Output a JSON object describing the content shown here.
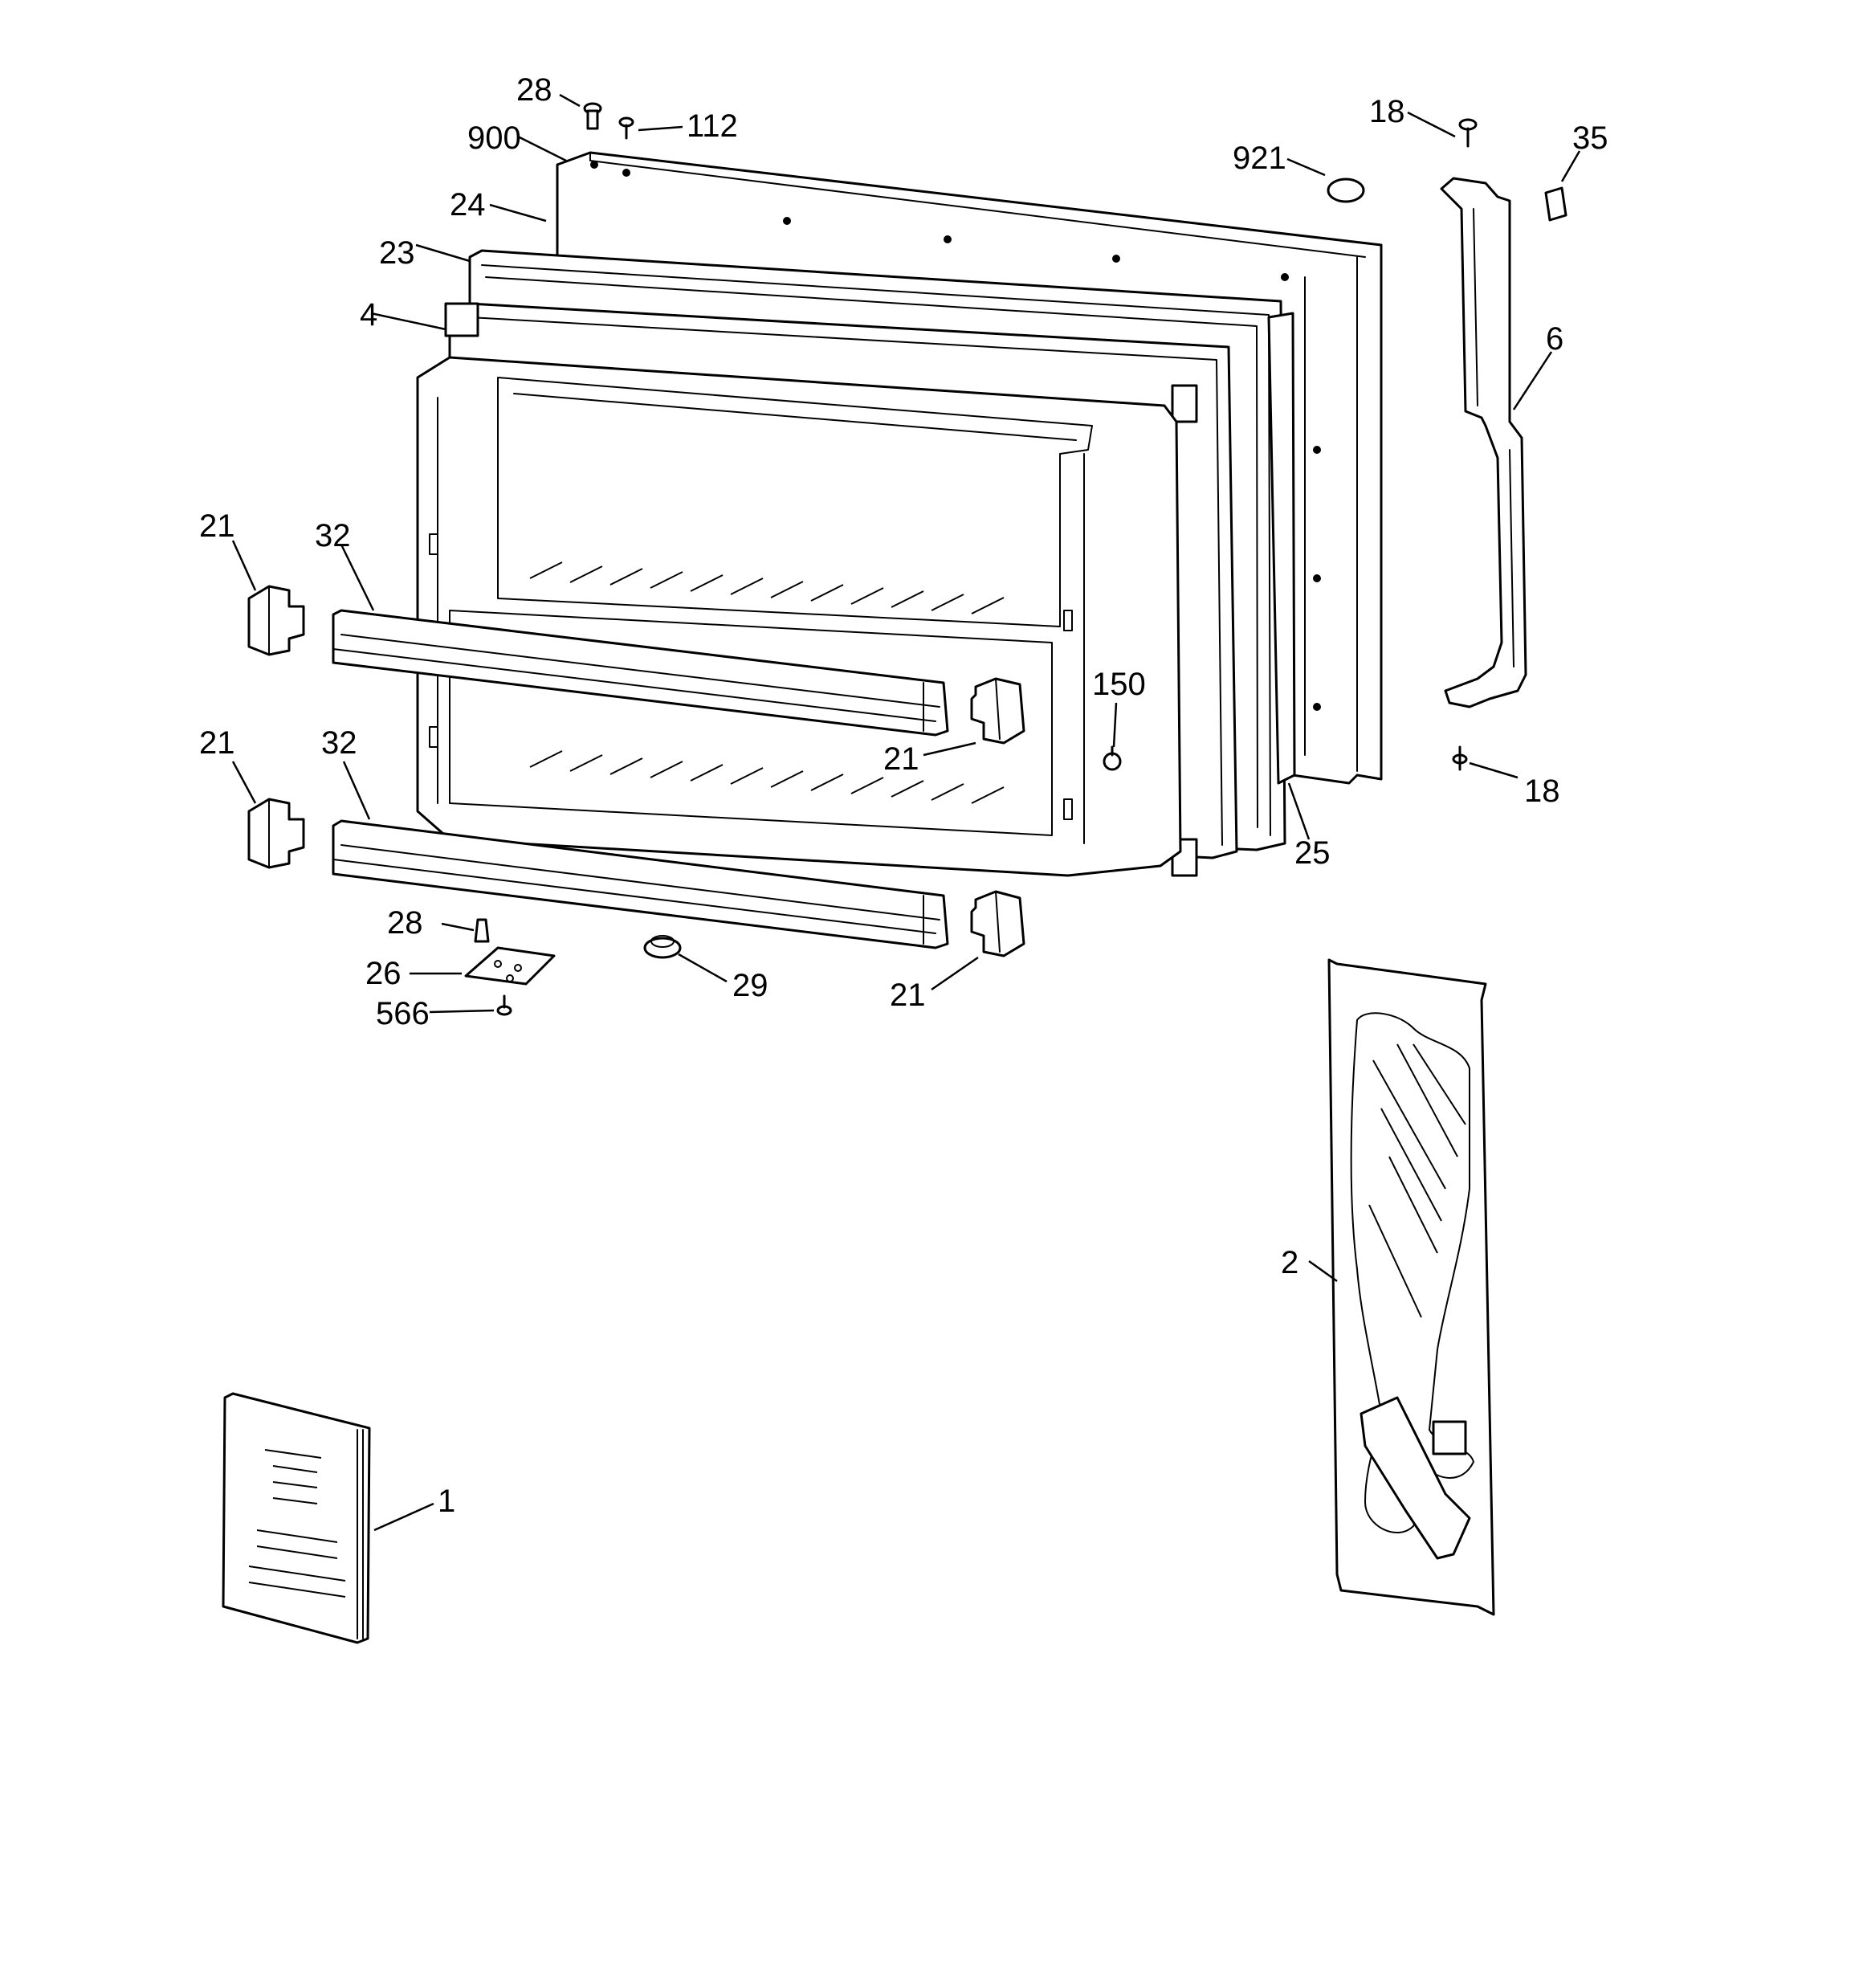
{
  "callouts": {
    "c28a": "28",
    "c112": "112",
    "c900": "900",
    "c24": "24",
    "c23": "23",
    "c4": "4",
    "c921": "921",
    "c18a": "18",
    "c35": "35",
    "c6": "6",
    "c21a": "21",
    "c32a": "32",
    "c21b": "21",
    "c32b": "32",
    "c150": "150",
    "c21c": "21",
    "c18b": "18",
    "c25": "25",
    "c28b": "28",
    "c26": "26",
    "c566": "566",
    "c29": "29",
    "c21d": "21",
    "c2": "2",
    "c1": "1"
  }
}
